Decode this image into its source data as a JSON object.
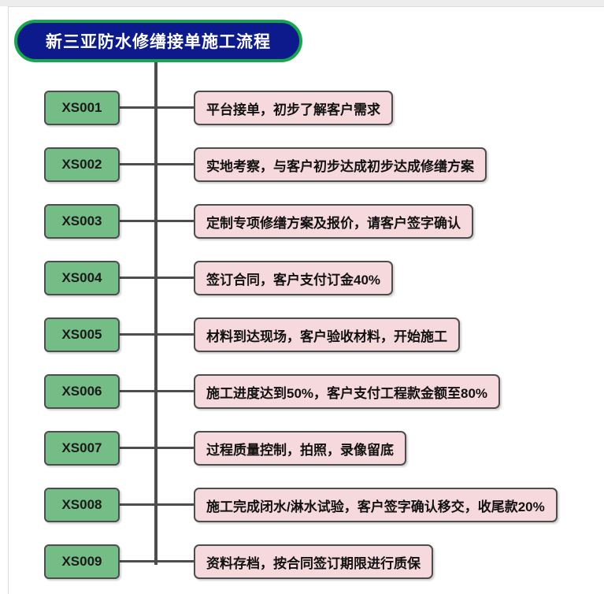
{
  "diagram": {
    "title": "新三亚防水修缮接单施工流程",
    "colors": {
      "title_fill": "#0d1a8c",
      "title_border": "#14a84a",
      "title_text": "#ffffff",
      "code_fill": "#74bd87",
      "code_border": "#4d4d4d",
      "desc_fill": "#f5d9dc",
      "desc_border": "#4d4d4d",
      "connector": "#4d4d4d",
      "background": "#ffffff"
    },
    "steps": [
      {
        "code": "XS001",
        "description": "平台接单，初步了解客户需求"
      },
      {
        "code": "XS002",
        "description": "实地考察，与客户初步达成初步达成修缮方案"
      },
      {
        "code": "XS003",
        "description": "定制专项修缮方案及报价，请客户签字确认"
      },
      {
        "code": "XS004",
        "description": "签订合同，客户支付订金40%"
      },
      {
        "code": "XS005",
        "description": "材料到达现场，客户验收材料，开始施工"
      },
      {
        "code": "XS006",
        "description": "施工进度达到50%，客户支付工程款金额至80%"
      },
      {
        "code": "XS007",
        "description": "过程质量控制，拍照，录像留底"
      },
      {
        "code": "XS008",
        "description": "施工完成闭水/淋水试验，客户签字确认移交，收尾款20%"
      },
      {
        "code": "XS009",
        "description": "资料存档，按合同签订期限进行质保"
      }
    ]
  }
}
